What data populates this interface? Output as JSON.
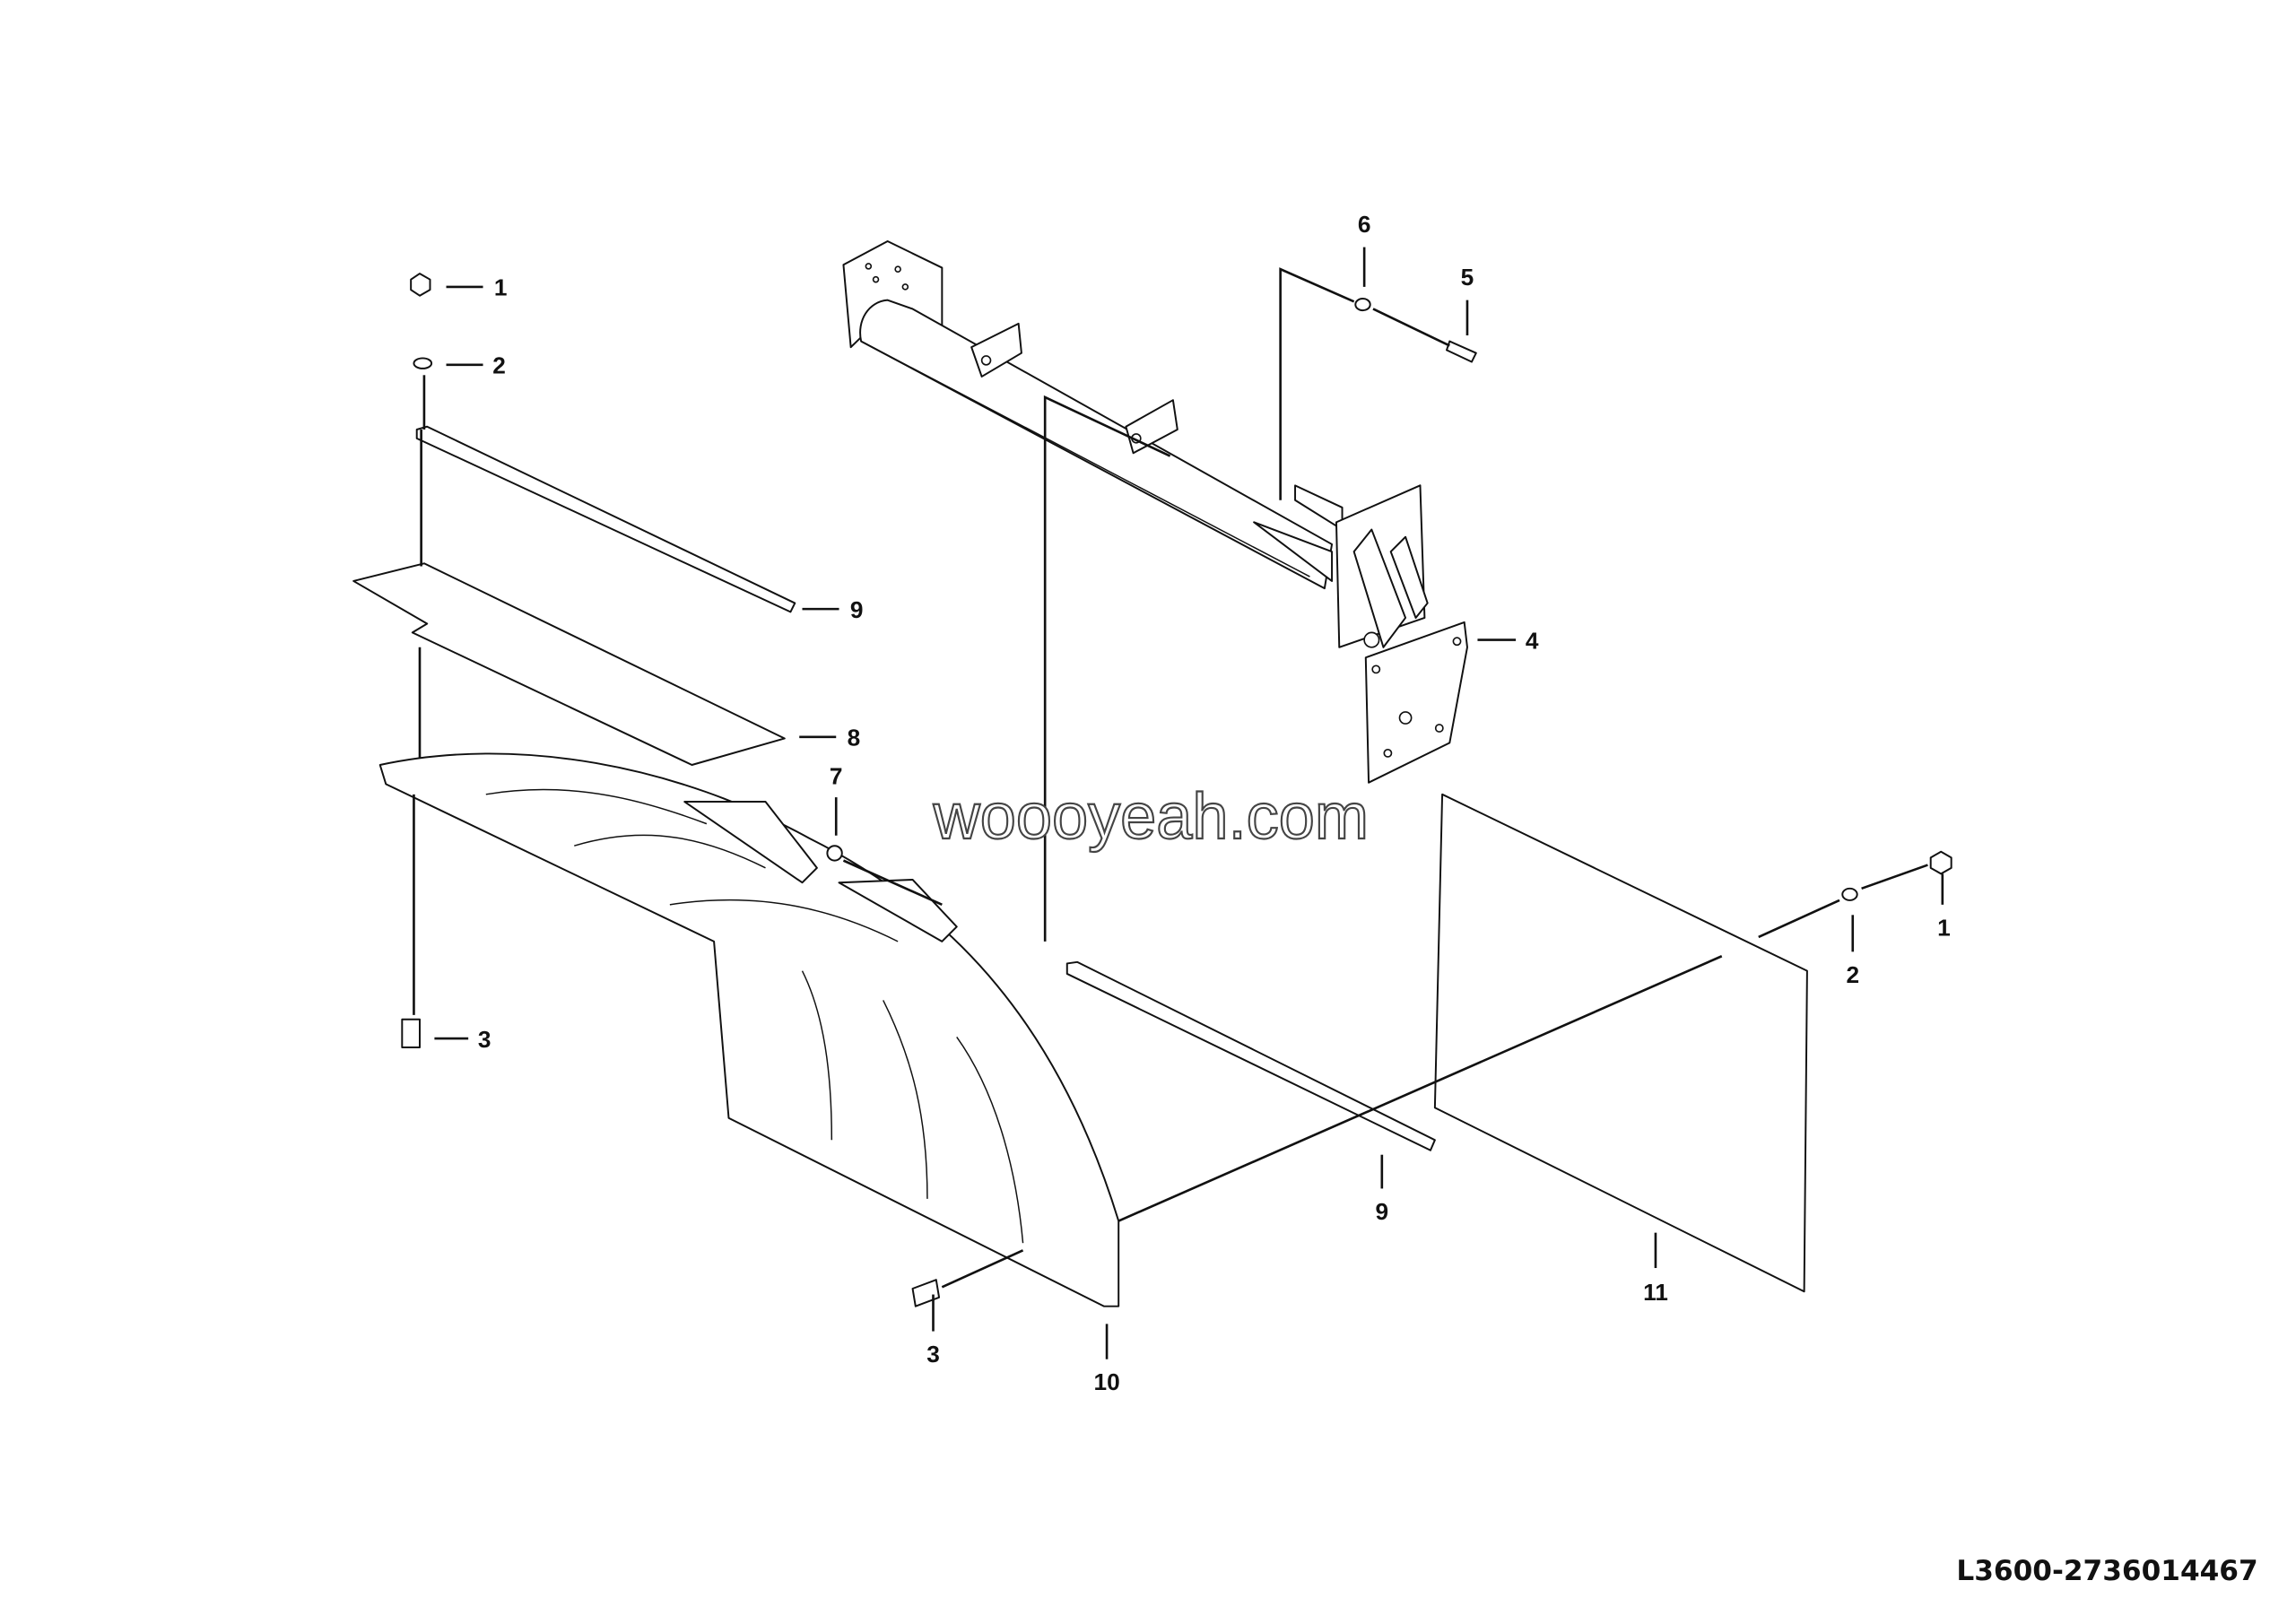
{
  "diagram": {
    "callouts": [
      {
        "part": "1",
        "label": "1"
      },
      {
        "part": "2",
        "label": "2"
      },
      {
        "part": "9",
        "label": "9"
      },
      {
        "part": "8",
        "label": "8"
      },
      {
        "part": "7",
        "label": "7"
      },
      {
        "part": "3",
        "label": "3"
      },
      {
        "part": "6",
        "label": "6"
      },
      {
        "part": "5",
        "label": "5"
      },
      {
        "part": "4",
        "label": "4"
      },
      {
        "part": "1",
        "label": "1"
      },
      {
        "part": "2",
        "label": "2"
      },
      {
        "part": "9",
        "label": "9"
      },
      {
        "part": "11",
        "label": "11"
      },
      {
        "part": "3",
        "label": "3"
      },
      {
        "part": "10",
        "label": "10"
      }
    ],
    "watermark": "woooyeah.com",
    "drawing_code": "L3600-2736014467"
  }
}
